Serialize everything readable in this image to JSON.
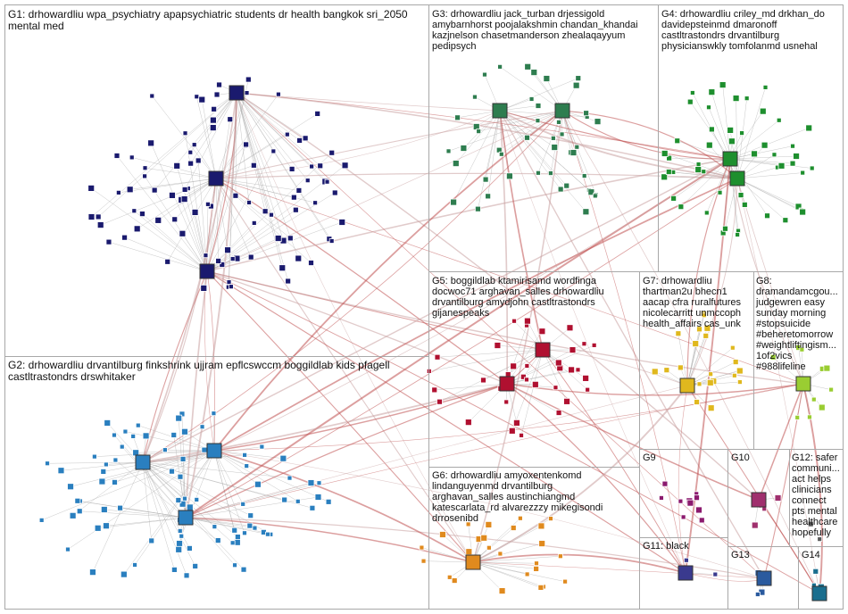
{
  "graph": {
    "groups": [
      {
        "id": "G1",
        "label": "G1: drhowardliu wpa_psychiatry apapsychiatric students dr health bangkok sri_2050\nmental med",
        "color": "#1a1a6e"
      },
      {
        "id": "G2",
        "label": "G2: drhowardliu drvantilburg finkshrink ujjram epflcswccm boggildlab kids pfagell\ncastltrastondrs drswhitaker",
        "color": "#2a7fbf"
      },
      {
        "id": "G3",
        "label": "G3: drhowardliu jack_turban drjessigold\namybarnhorst poojalakshmin chandan_khandai\nkazjnelson chasetmanderson zhealaqayyum\npedipsych",
        "color": "#2e7d4f"
      },
      {
        "id": "G4",
        "label": "G4: drhowardliu criley_md drkhan_do\ndavidepsteinmd dmaronoff\ncastltrastondrs drvantilburg\nphysicianswkly tomfolanmd usnehal",
        "color": "#1e8f2e"
      },
      {
        "id": "G5",
        "label": "G5: boggildlab ktamirisamd wordfinga\ndocwoc71 arghavan_salles drhowardliu\ndrvantilburg amydjohn castltrastondrs\ngijanespeaks",
        "color": "#b01030"
      },
      {
        "id": "G6",
        "label": "G6: drhowardliu amyoxentenkomd\nlindanguyenmd drvantilburg\narghavan_salles austinchiangmd\nkatescarlata_rd alvarezzzy mikegisondi\ndrrosenibd",
        "color": "#e08a1e"
      },
      {
        "id": "G7",
        "label": "G7: drhowardliu\nthartman2u bhecn1\naacap cfra ruralfutures\nnicolecarritt unmccoph\nhealth_affairs cas_unk",
        "color": "#e0b81e"
      },
      {
        "id": "G8",
        "label": "G8:\ndramandamcgou...\njudgewren easy\nsunday morning\n#stopsuicide\n#beheretomorrow\n#weightliftingism...\n1of2vics\n#988lifeline",
        "color": "#9acd32"
      },
      {
        "id": "G9",
        "label": "G9",
        "color": "#8b1a6e"
      },
      {
        "id": "G10",
        "label": "G10",
        "color": "#a0306e"
      },
      {
        "id": "G11",
        "label": "G11: black",
        "color": "#3a3a8e"
      },
      {
        "id": "G12",
        "label": "G12: safer\ncommuni...\nact helps\nclinicians\nconnect\npts mental\nhealthcare\nhopefully",
        "color": "#5a5a5a"
      },
      {
        "id": "G13",
        "label": "G13",
        "color": "#2a5a9e"
      },
      {
        "id": "G14",
        "label": "G14",
        "color": "#1a6e8e"
      }
    ]
  }
}
